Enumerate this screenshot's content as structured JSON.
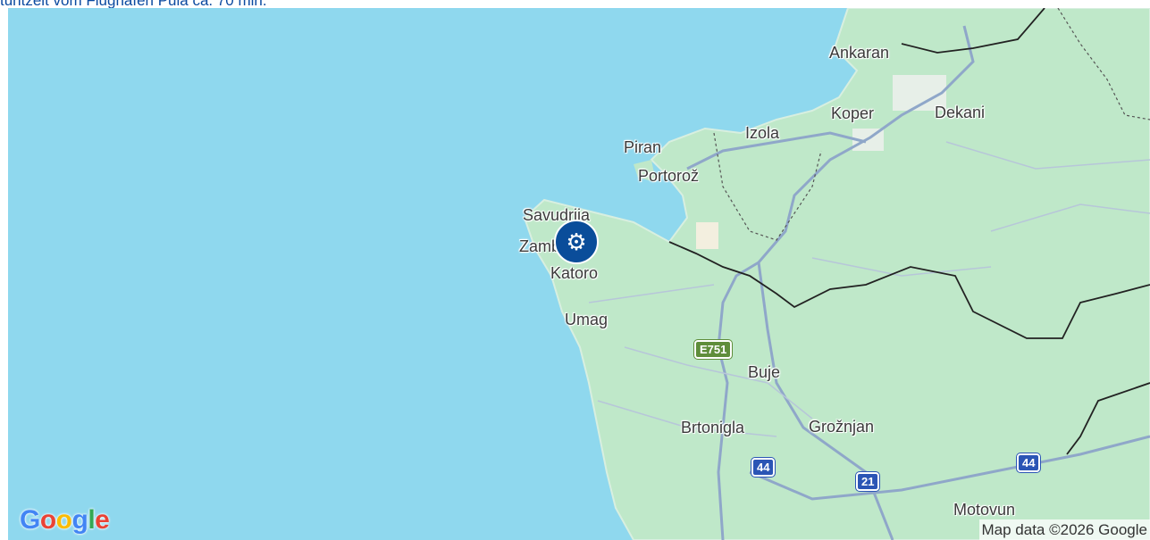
{
  "caption": "tuntzeit vom Flughafen Pula ca. 70 min.",
  "places": [
    {
      "id": "ankaran",
      "name": "Ankaran"
    },
    {
      "id": "koper",
      "name": "Koper"
    },
    {
      "id": "dekani",
      "name": "Dekani"
    },
    {
      "id": "izola",
      "name": "Izola"
    },
    {
      "id": "piran",
      "name": "Piran"
    },
    {
      "id": "portoroz",
      "name": "Portorož"
    },
    {
      "id": "savudrija",
      "name": "Savudrija"
    },
    {
      "id": "zambratija",
      "name": "Zambratija"
    },
    {
      "id": "katoro",
      "name": "Katoro"
    },
    {
      "id": "umag",
      "name": "Umag"
    },
    {
      "id": "buje",
      "name": "Buje"
    },
    {
      "id": "brtonigla",
      "name": "Brtonigla"
    },
    {
      "id": "groznjan",
      "name": "Grožnjan"
    },
    {
      "id": "motovun",
      "name": "Motovun"
    }
  ],
  "road_shields": [
    {
      "id": "e751",
      "label": "E751",
      "color": "#5f8d3a"
    },
    {
      "id": "r44a",
      "label": "44",
      "color": "#2b55b5"
    },
    {
      "id": "r21",
      "label": "21",
      "color": "#2b55b5"
    },
    {
      "id": "r44b",
      "label": "44",
      "color": "#2b55b5"
    }
  ],
  "marker": {
    "icon": "gear-icon",
    "color": "#0a4d9a"
  },
  "logo": {
    "text": "Google"
  },
  "attribution": "Map data ©2026 Google",
  "colors": {
    "water": "#8fd8ee",
    "land": "#bfe8c9",
    "road": "#8fa7c9",
    "border": "#222222"
  }
}
